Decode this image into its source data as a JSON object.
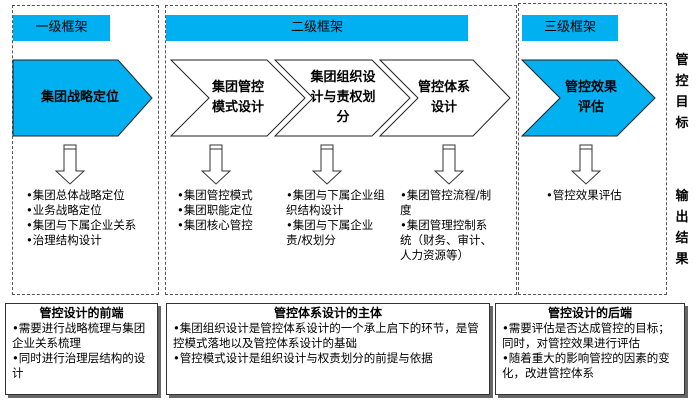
{
  "levels": [
    {
      "header": "一级框架"
    },
    {
      "header": "二级框架"
    },
    {
      "header": "三级框架"
    }
  ],
  "chevrons": [
    {
      "label": "集团战略定位"
    },
    {
      "label": "集团管控模式设计"
    },
    {
      "label": "集团组织设计与责权划分"
    },
    {
      "label": "管控体系设计"
    },
    {
      "label": "管控效果评估"
    }
  ],
  "outputs": [
    [
      "•集团总体战略定位",
      "•业务战略定位",
      "•集团与下属企业关系",
      "•治理结构设计"
    ],
    [
      "•集团管控模式",
      "•集团职能定位",
      "•集团核心管控"
    ],
    [
      "•集团与下属企业组织结构设计",
      "•集团与下属企业责/权划分"
    ],
    [
      "•集团管控流程/制度",
      "•集团管理控制系统（财务、审计、人力资源等）"
    ],
    [
      "•管控效果评估"
    ]
  ],
  "side_labels": {
    "goal": "管控目标",
    "output": "输出结果"
  },
  "boxes": [
    {
      "title": "管控设计的前端",
      "lines": [
        "•需要进行战略梳理与集团企业关系梳理",
        "•同时进行治理层结构的设计"
      ]
    },
    {
      "title": "管控体系设计的主体",
      "lines": [
        "•集团组织设计是管控体系设计的一个承上启下的环节，是管控模式落地以及管控体系设计的基础",
        "•管控模式设计是组织设计与权责划分的前提与依据"
      ]
    },
    {
      "title": "管控设计的后端",
      "lines": [
        "•需要评估是否达成管控的目标；同时，对管控效果进行评估",
        "•随着重大的影响管控的因素的变化，改进管控体系"
      ]
    }
  ],
  "colors": {
    "accent": "#00b0f0"
  }
}
